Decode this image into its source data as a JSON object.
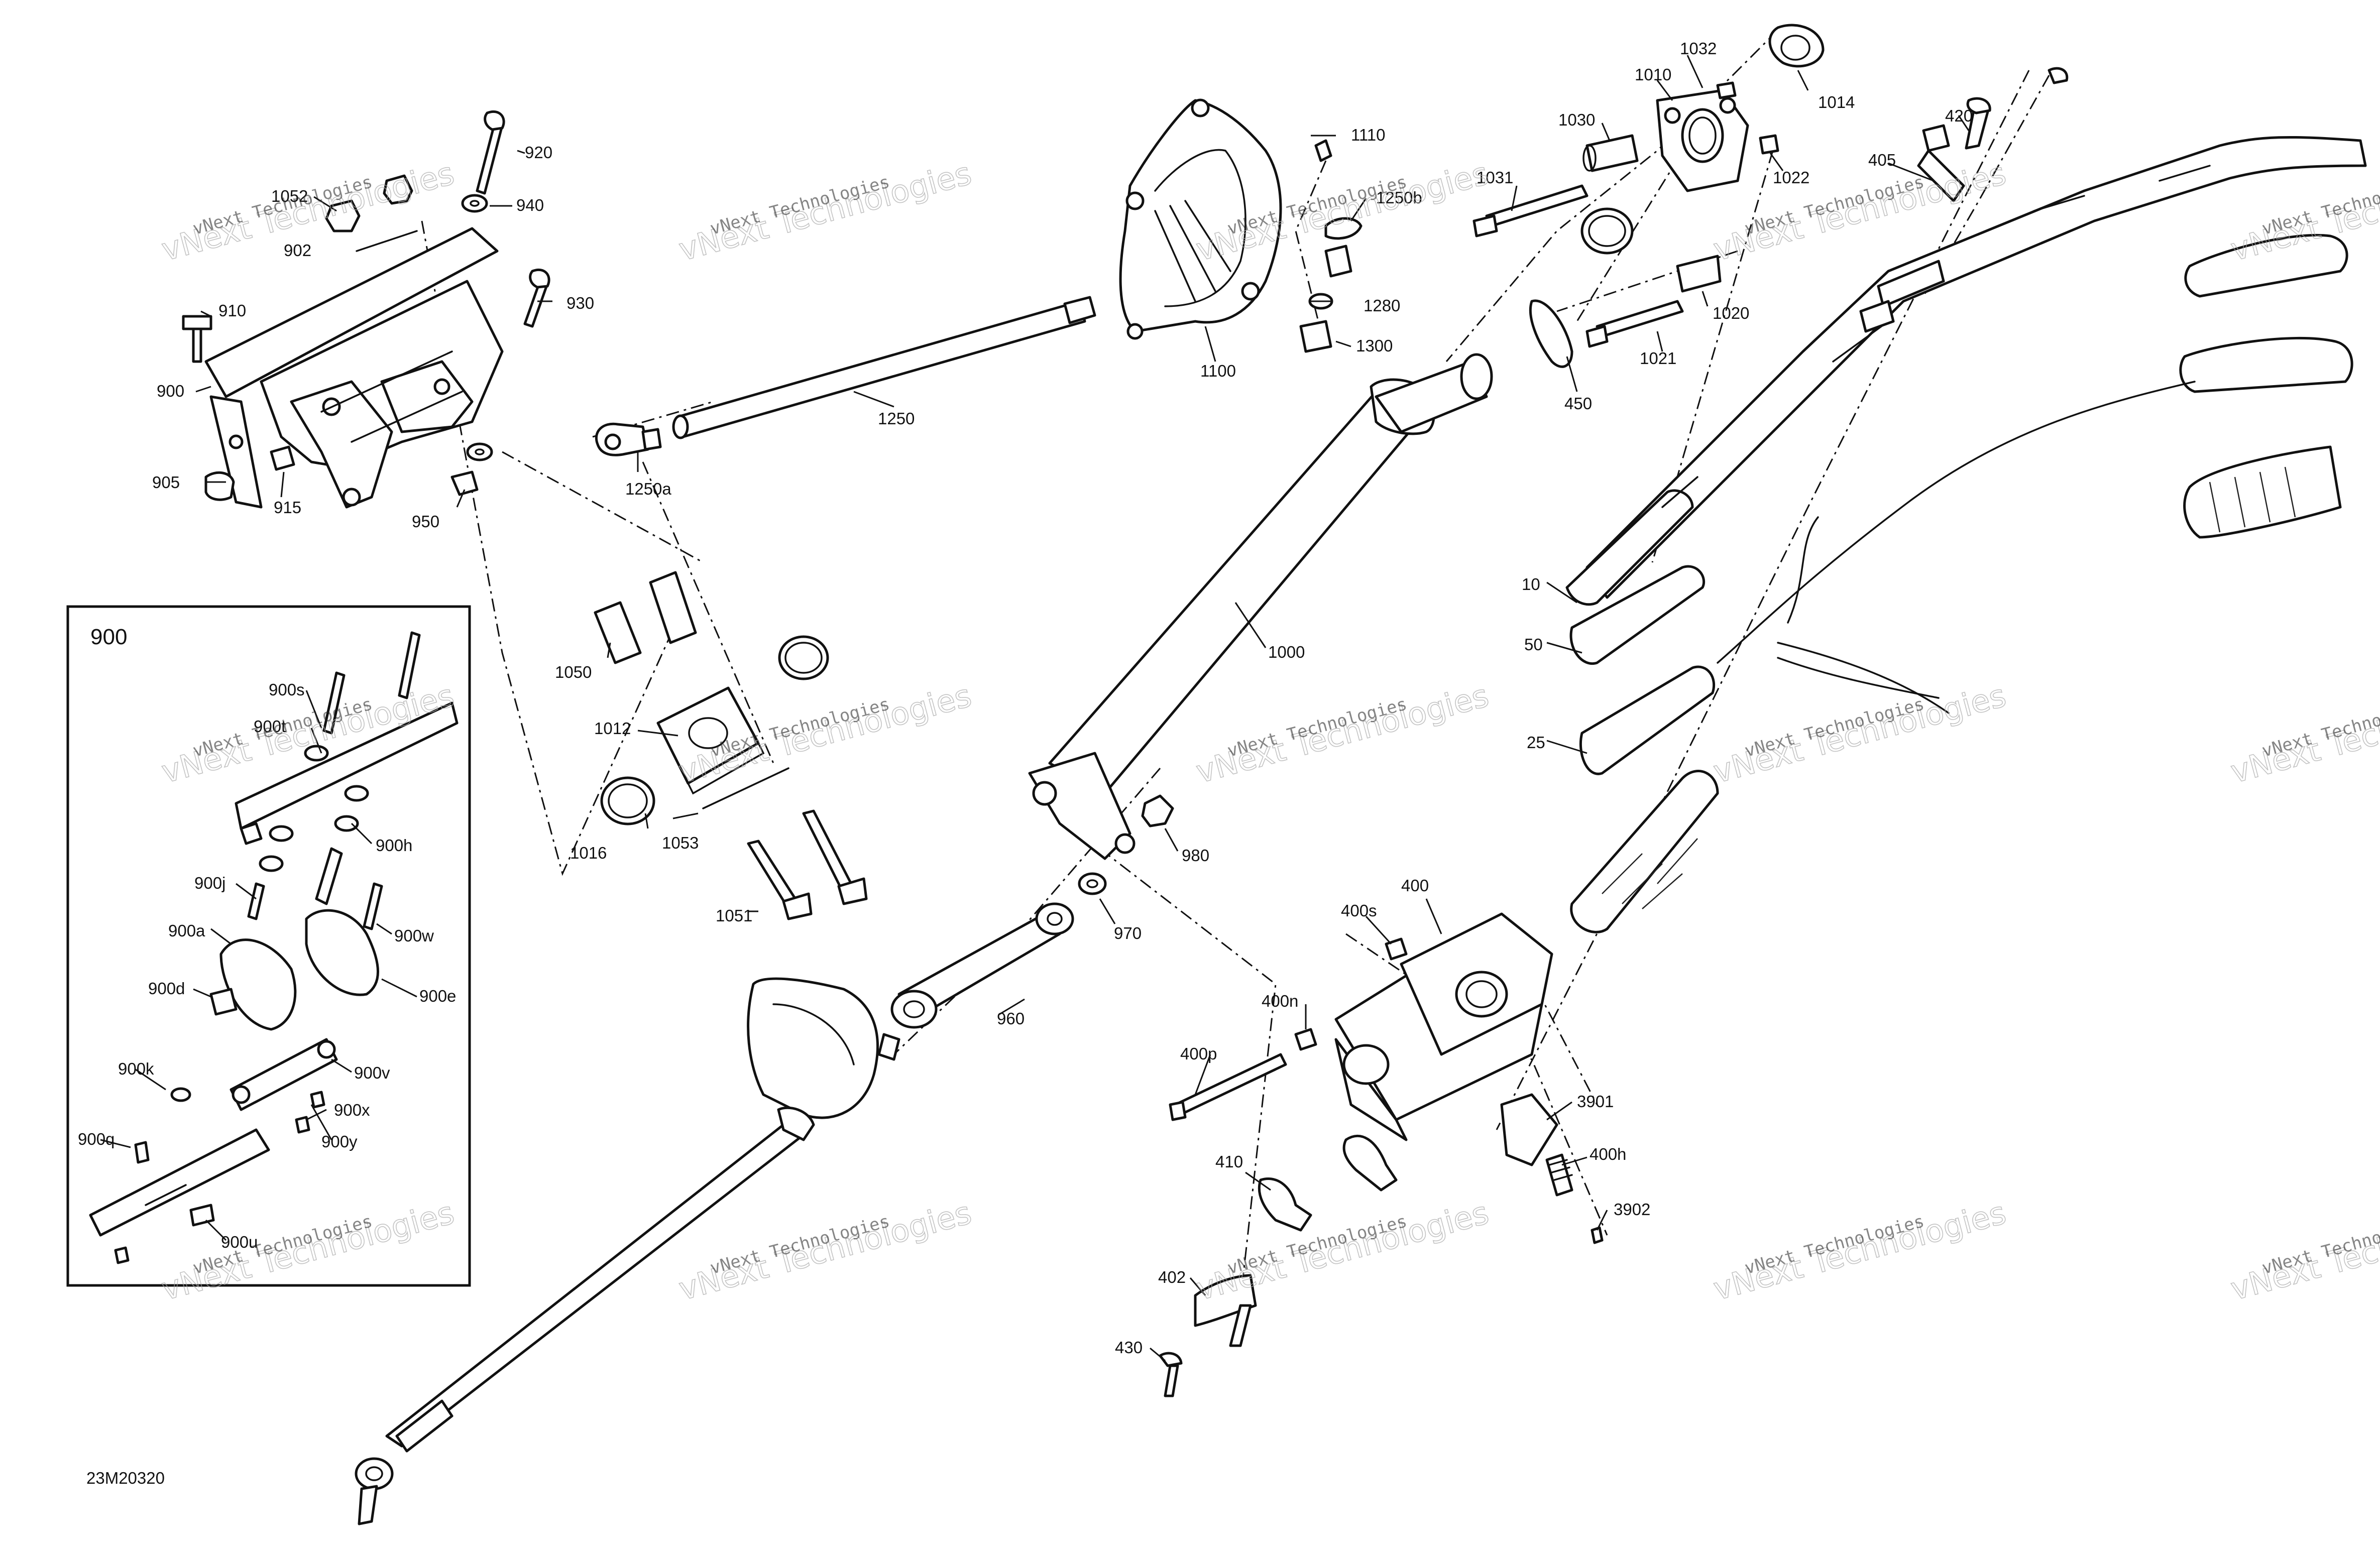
{
  "diagram_code": "23M20320",
  "inset": {
    "title": "900"
  },
  "watermark": {
    "line1": "vNext Technologies",
    "line2": "vNext Technologies"
  },
  "callouts": {
    "c920": "920",
    "c940": "940",
    "c1052": "1052",
    "c902": "902",
    "c930": "930",
    "c910": "910",
    "c900": "900",
    "c905": "905",
    "c915": "915",
    "c950": "950",
    "c1250a": "1250a",
    "c1250": "1250",
    "c1050": "1050",
    "c1012": "1012",
    "c1016": "1016",
    "c1053": "1053",
    "c1051": "1051",
    "c1110": "1110",
    "c1250b": "1250b",
    "c1280": "1280",
    "c1300": "1300",
    "c1100": "1100",
    "c1000": "1000",
    "c980": "980",
    "c970": "970",
    "c960": "960",
    "c1032": "1032",
    "c1010": "1010",
    "c1014": "1014",
    "c1030": "1030",
    "c1022": "1022",
    "c1031": "1031",
    "c450": "450",
    "c1020": "1020",
    "c1021": "1021",
    "c420": "420",
    "c405": "405",
    "c10": "10",
    "c50": "50",
    "c25": "25",
    "c400": "400",
    "c400s": "400s",
    "c400n": "400n",
    "c400p": "400p",
    "c3901": "3901",
    "c400h": "400h",
    "c3902": "3902",
    "c410": "410",
    "c402": "402",
    "c430": "430",
    "c900s": "900s",
    "c900t": "900t",
    "c900h": "900h",
    "c900j": "900j",
    "c900w": "900w",
    "c900a": "900a",
    "c900e": "900e",
    "c900d": "900d",
    "c900v": "900v",
    "c900k": "900k",
    "c900x": "900x",
    "c900q": "900q",
    "c900y": "900y",
    "c900u": "900u"
  }
}
